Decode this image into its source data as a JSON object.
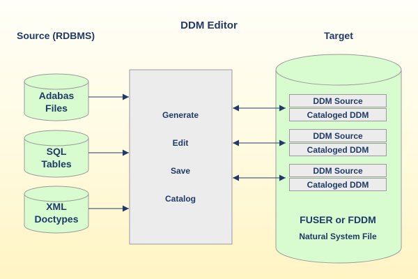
{
  "title": "DDM Editor",
  "source": {
    "header": "Source (RDBMS)",
    "items": [
      {
        "line1": "Adabas",
        "line2": "Files"
      },
      {
        "line1": "SQL",
        "line2": "Tables"
      },
      {
        "line1": "XML",
        "line2": "Doctypes"
      }
    ]
  },
  "editor": {
    "operations": [
      "Generate",
      "Edit",
      "Save",
      "Catalog"
    ]
  },
  "target": {
    "header": "Target",
    "groups": [
      {
        "source_label": "DDM Source",
        "cataloged_label": "Cataloged DDM"
      },
      {
        "source_label": "DDM Source",
        "cataloged_label": "Cataloged DDM"
      },
      {
        "source_label": "DDM Source",
        "cataloged_label": "Cataloged DDM"
      }
    ],
    "file_name": "FUSER or FDDM",
    "file_type": "Natural System File"
  },
  "colors": {
    "cylinder_fill": "#d8fbd0",
    "cylinder_stroke": "#9a9a9a",
    "editor_fill": "#ececec",
    "text": "#1f3a68",
    "arrow": "#1f3a68"
  }
}
